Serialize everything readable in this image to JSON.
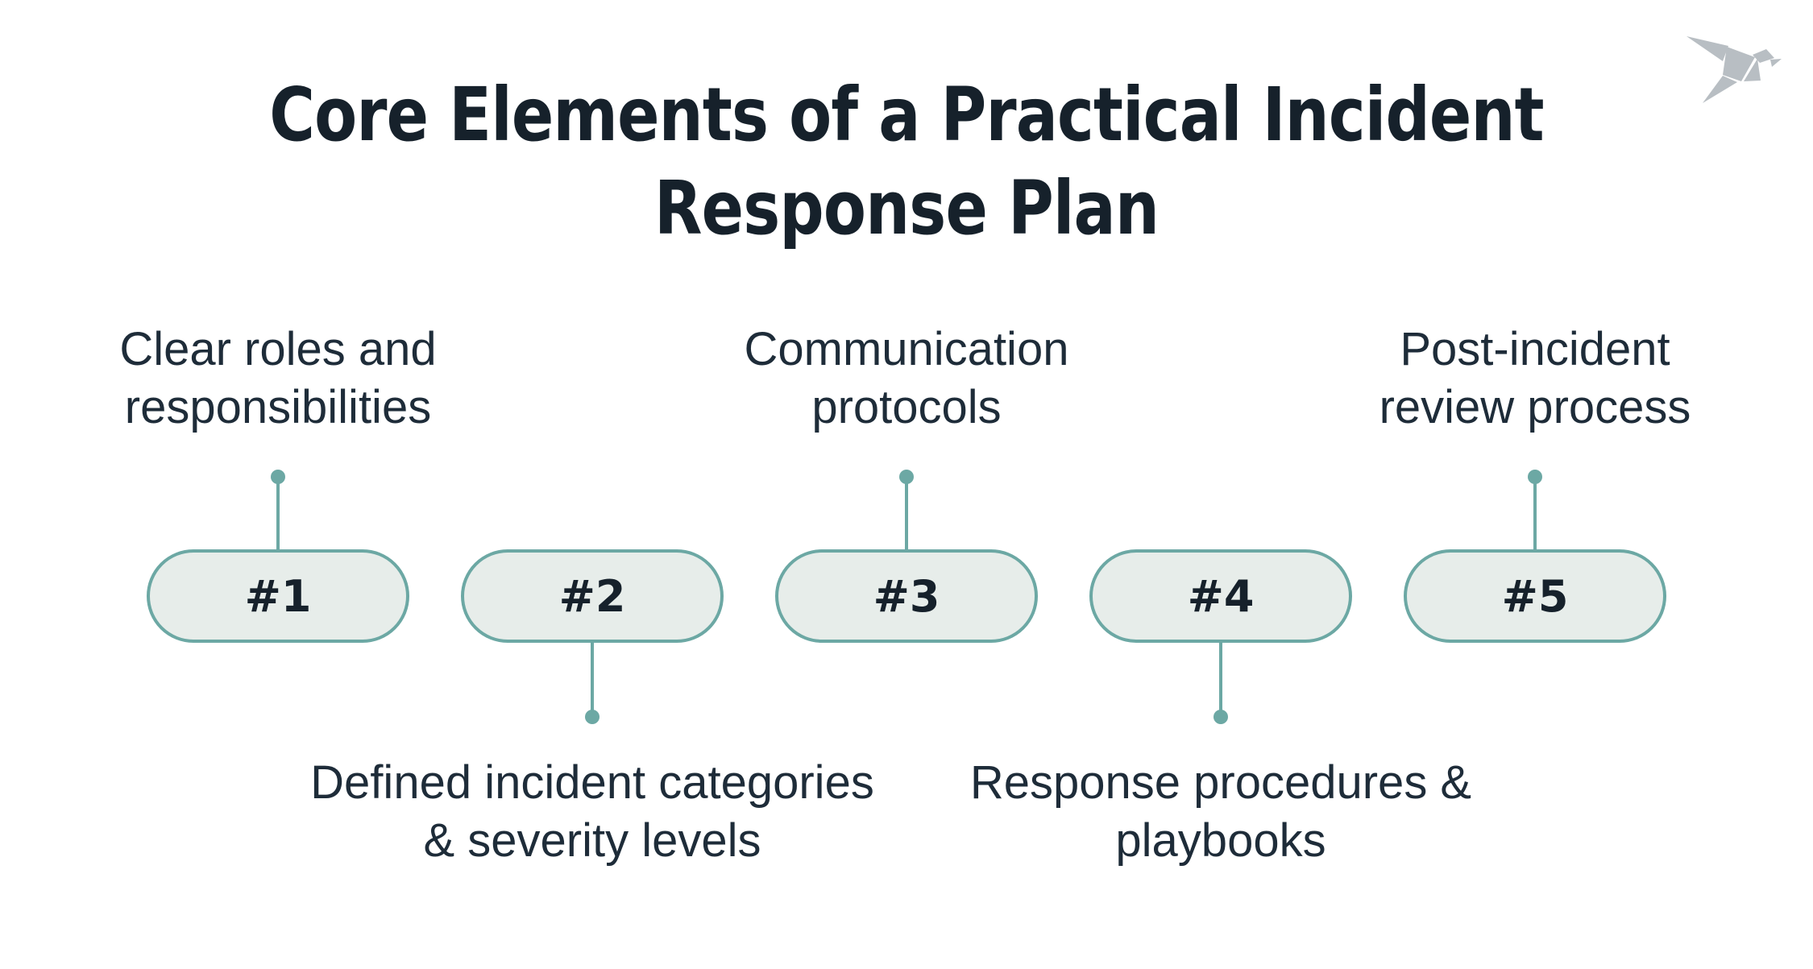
{
  "title": {
    "text": "Core Elements of a Practical Incident Response Plan",
    "lines": [
      "Core Elements of a Practical Incident",
      "Response Plan"
    ]
  },
  "logo": {
    "description": "origami paper bird logo"
  },
  "colors": {
    "background": "#FFFFFF",
    "teal_accent": "#6CA8A4",
    "pill_fill": "#E7EDEA",
    "title_text": "#16212B",
    "label_text": "#1E2C39",
    "logo_gray": "#B8BEC3"
  },
  "items": [
    {
      "number": "#1",
      "label": "Clear roles and responsibilities",
      "label_lines": [
        "Clear roles and",
        "responsibilities"
      ],
      "label_position": "above"
    },
    {
      "number": "#2",
      "label": "Defined incident categories & severity levels",
      "label_lines": [
        "Defined incident categories",
        "& severity levels"
      ],
      "label_position": "below"
    },
    {
      "number": "#3",
      "label": "Communication protocols",
      "label_lines": [
        "Communication",
        "protocols"
      ],
      "label_position": "above"
    },
    {
      "number": "#4",
      "label": "Response procedures & playbooks",
      "label_lines": [
        "Response procedures &",
        "playbooks"
      ],
      "label_position": "below"
    },
    {
      "number": "#5",
      "label": "Post-incident review process",
      "label_lines": [
        "Post-incident",
        "review process"
      ],
      "label_position": "above"
    }
  ]
}
